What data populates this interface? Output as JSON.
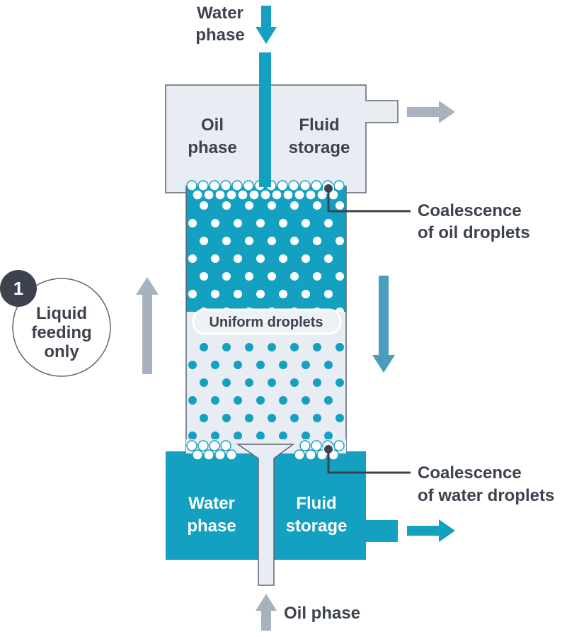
{
  "top_inlet": {
    "line1": "Water",
    "line2": "phase"
  },
  "top_chamber": {
    "left_line1": "Oil",
    "left_line2": "phase",
    "right_line1": "Fluid",
    "right_line2": "storage"
  },
  "middle_band": "Uniform droplets",
  "bottom_chamber": {
    "left_line1": "Water",
    "left_line2": "phase",
    "right_line1": "Fluid",
    "right_line2": "storage"
  },
  "bottom_inlet": "Oil phase",
  "callout_top": {
    "line1": "Coalescence",
    "line2": "of oil droplets"
  },
  "callout_bottom": {
    "line1": "Coalescence",
    "line2": "of water droplets"
  },
  "badge": {
    "number": "1",
    "line1": "Liquid",
    "line2": "feeding",
    "line3": "only"
  },
  "colors": {
    "teal": "#14a0c0",
    "light_panel": "#e8edf3",
    "gray_arrow": "#a8b2bf",
    "steel_arrow": "#4a9dbc",
    "outline": "#5b6573",
    "text_dark": "#3c434e"
  }
}
